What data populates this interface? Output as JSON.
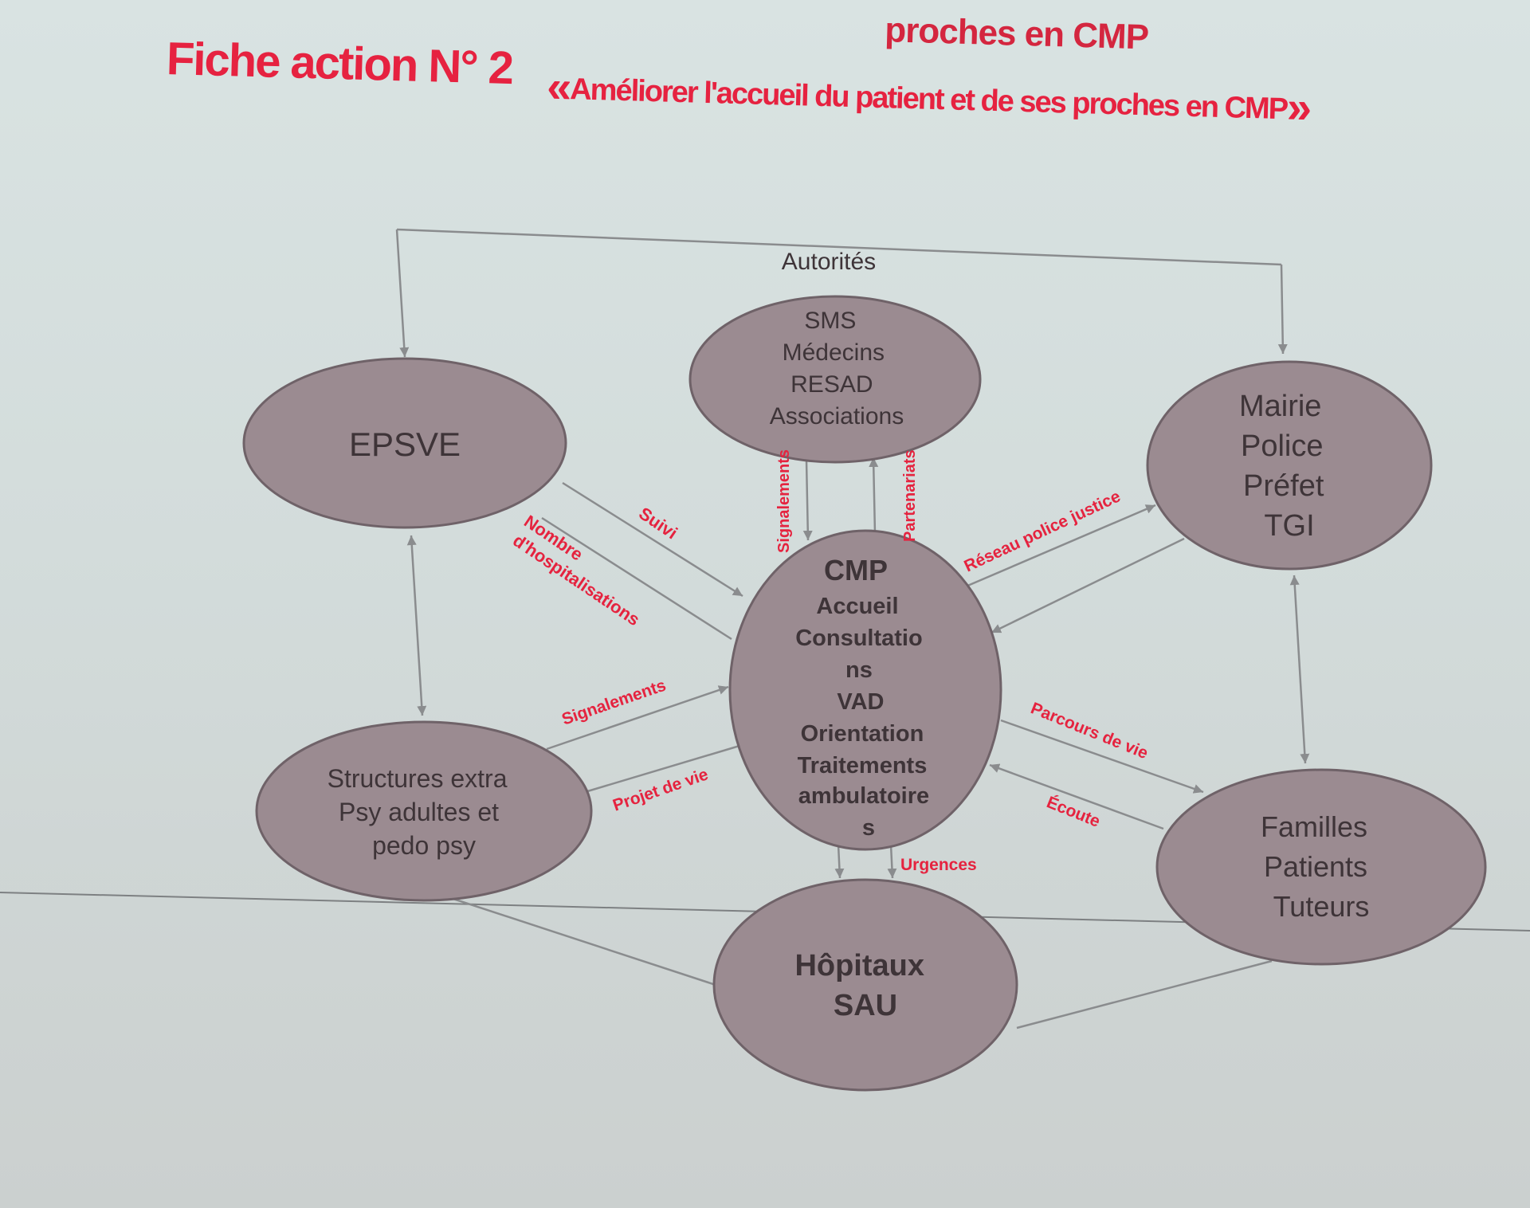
{
  "header": {
    "cut_title": "proches en CMP",
    "title": "Fiche action N° 2",
    "subtitle_open_quote": "«",
    "subtitle": "Améliorer l'accueil du patient et de ses proches en CMP",
    "subtitle_close_quote": "»"
  },
  "nodes": {
    "epsve": [
      "EPSVE"
    ],
    "sms": [
      "SMS",
      "Médecins",
      "RESAD",
      "Associations"
    ],
    "mairie": [
      "Mairie",
      "Police",
      "Préfet",
      "TGI"
    ],
    "cmp": [
      "CMP",
      "Accueil",
      "Consultatio",
      "ns",
      "VAD",
      "Orientation",
      "Traitements",
      "ambulatoire",
      "s"
    ],
    "structures": [
      "Structures extra",
      "Psy adultes et",
      "pedo psy"
    ],
    "familles": [
      "Familles",
      "Patients",
      "Tuteurs"
    ],
    "hopitaux": [
      "Hôpitaux",
      "SAU"
    ]
  },
  "labels": {
    "autorites": "Autorités",
    "suivi": "Suivi",
    "nombre_hospit_1": "Nombre",
    "nombre_hospit_2": "d'hospitalisations",
    "signalements_sms": "Signalements",
    "partenariats": "Partenariats",
    "reseau": "Réseau police justice",
    "signalements_structures": "Signalements",
    "projet_de_vie": "Projet de vie",
    "parcours_de_vie": "Parcours de vie",
    "ecoute": "Écoute",
    "urgences": "Urgences"
  },
  "colors": {
    "title_red": "#e62240",
    "label_red": "#e5233f",
    "node_fill": "#9b8b91",
    "node_stroke": "#6f6268",
    "node_text": "#3e3438",
    "arrow": "#8a8c8e"
  }
}
